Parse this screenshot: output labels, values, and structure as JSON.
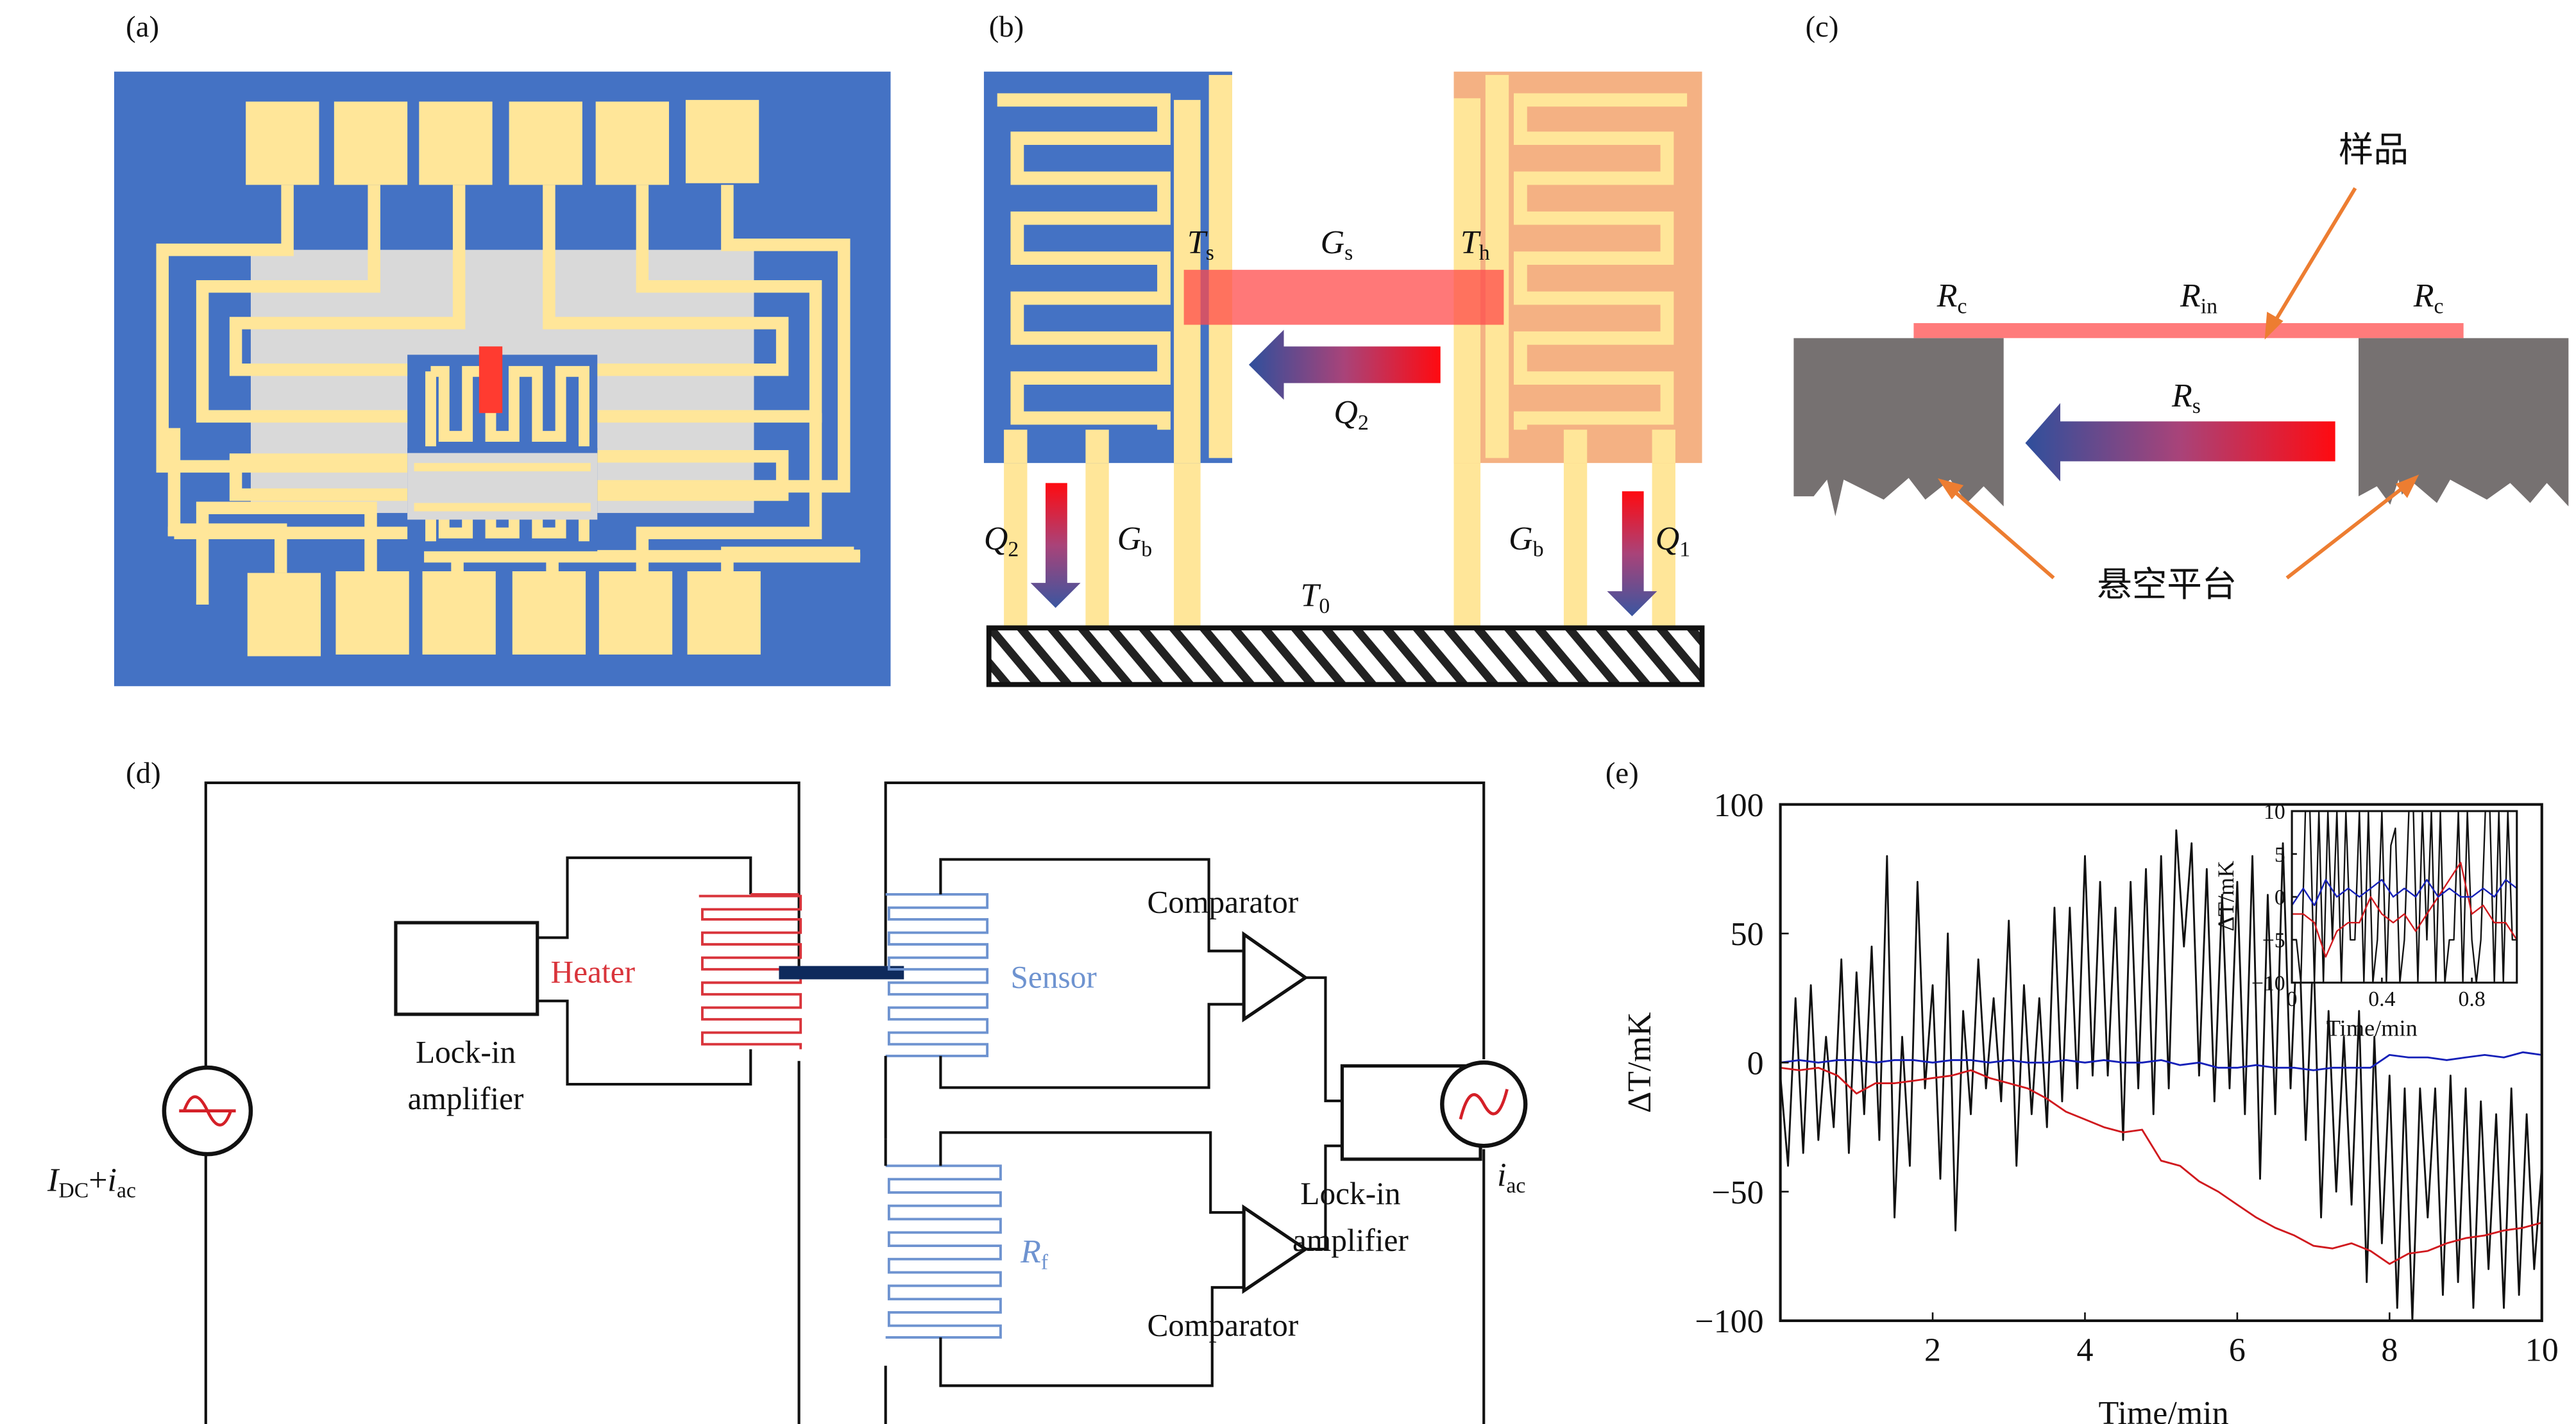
{
  "colors": {
    "substrate_blue": "#4472C4",
    "gold_trace": "#FFE699",
    "membrane_gray": "#D9D9D9",
    "sample_red": "#FF3B30",
    "heater_salmon": "#F4B183",
    "sample_bar_pink": "#FF7B7B",
    "platform_gray": "#767171",
    "arrow_orange": "#ED7D31",
    "heater_coil": "#D9343B",
    "sensor_coil": "#6E93D0",
    "thermal_link": "#0E2A5C",
    "series_black": "#111111",
    "series_red": "#D0191E",
    "series_blue": "#1520B8"
  },
  "panels": {
    "a": {
      "label": "(a)"
    },
    "b": {
      "label": "(b)",
      "Ts": {
        "main": "T",
        "sub": "s"
      },
      "Gs": {
        "main": "G",
        "sub": "s"
      },
      "Th": {
        "main": "T",
        "sub": "h"
      },
      "Q2_mid": {
        "main": "Q",
        "sub": "2"
      },
      "Q2_left": {
        "main": "Q",
        "sub": "2"
      },
      "Gb_left": {
        "main": "G",
        "sub": "b"
      },
      "Gb_right": {
        "main": "G",
        "sub": "b"
      },
      "Q1": {
        "main": "Q",
        "sub": "1"
      },
      "T0": {
        "main": "T",
        "sub": "0"
      }
    },
    "c": {
      "label": "(c)",
      "sample_label": "样品",
      "platform_label": "悬空平台",
      "Rc_left": {
        "main": "R",
        "sub": "c"
      },
      "Rin": {
        "main": "R",
        "sub": "in"
      },
      "Rc_right": {
        "main": "R",
        "sub": "c"
      },
      "Rs": {
        "main": "R",
        "sub": "s"
      }
    },
    "d": {
      "label": "(d)",
      "heater": "Heater",
      "sensor": "Sensor",
      "rf": {
        "main": "R",
        "sub": "f"
      },
      "lockin_left": [
        "Lock-in",
        "amplifier"
      ],
      "lockin_right": [
        "Lock-in",
        "amplifier"
      ],
      "comparator_top": "Comparator",
      "comparator_bottom": "Comparator",
      "source_left": {
        "I": "I",
        "Isub": "DC",
        "plus": "+",
        "i": "i",
        "isub": "ac"
      },
      "source_right": {
        "i": "i",
        "isub": "ac"
      }
    },
    "e": {
      "label": "(e)"
    }
  },
  "chart_data": [
    {
      "type": "line",
      "title": "",
      "xlabel": "Time/min",
      "ylabel": "ΔT/mK",
      "xlim": [
        0,
        10
      ],
      "ylim": [
        -100,
        100
      ],
      "xticks": [
        2,
        4,
        6,
        8,
        10
      ],
      "yticks": [
        100,
        50,
        0,
        -50,
        -100
      ],
      "ytick_labels": [
        "100",
        "50",
        "0",
        "−50",
        "−100"
      ],
      "grid": false,
      "series": [
        {
          "name": "black",
          "color": "#111111",
          "x_step": 0.1,
          "values": [
            -5,
            -40,
            25,
            -35,
            30,
            -30,
            10,
            -25,
            40,
            -35,
            35,
            -20,
            45,
            -30,
            80,
            -60,
            10,
            -40,
            70,
            -10,
            30,
            -45,
            50,
            -65,
            20,
            -20,
            40,
            -10,
            25,
            -15,
            55,
            -40,
            30,
            -20,
            25,
            -25,
            60,
            -15,
            60,
            -10,
            80,
            -5,
            70,
            -5,
            60,
            -30,
            70,
            -10,
            75,
            -20,
            80,
            -10,
            90,
            45,
            85,
            -5,
            75,
            -15,
            65,
            -10,
            70,
            -20,
            80,
            -45,
            65,
            -20,
            85,
            -10,
            60,
            -30,
            45,
            -60,
            20,
            -50,
            10,
            -55,
            20,
            -85,
            10,
            -70,
            -5,
            -95,
            -10,
            -100,
            -10,
            -60,
            -10,
            -90,
            -5,
            -85,
            -10,
            -95,
            -15,
            -80,
            -20,
            -95,
            -10,
            -90,
            -20,
            -80,
            -40
          ],
          "note": "noisy trace, approximate"
        },
        {
          "name": "red",
          "color": "#D0191E",
          "x_step": 0.25,
          "values": [
            -2,
            -3,
            -2,
            -5,
            -12,
            -8,
            -8,
            -7,
            -6,
            -5,
            -3,
            -6,
            -8,
            -10,
            -14,
            -19,
            -22,
            -25,
            -27,
            -26,
            -38,
            -40,
            -46,
            -50,
            -55,
            -60,
            -64,
            -67,
            -71,
            -72,
            -70,
            -73,
            -78,
            -74,
            -73,
            -70,
            -68,
            -67,
            -65,
            -64,
            -62
          ]
        },
        {
          "name": "blue",
          "color": "#1520B8",
          "x_step": 0.25,
          "values": [
            0,
            1,
            0,
            1,
            1,
            0,
            1,
            1,
            0,
            1,
            1,
            0,
            1,
            0,
            0,
            1,
            0,
            1,
            0,
            0,
            1,
            -1,
            0,
            -2,
            -2,
            -1,
            -2,
            -2,
            -3,
            -2,
            -2,
            -2,
            3,
            2,
            2,
            1,
            2,
            3,
            2,
            4,
            3
          ]
        }
      ]
    },
    {
      "type": "line",
      "title": "inset",
      "xlabel": "Time/min",
      "ylabel": "ΔT/mK",
      "xlim": [
        0,
        1
      ],
      "ylim": [
        -10,
        10
      ],
      "xticks": [
        0,
        0.4,
        0.8
      ],
      "xtick_labels": [
        "0",
        "0.4",
        "0.8"
      ],
      "yticks": [
        10,
        5,
        0,
        -5,
        -10
      ],
      "ytick_labels": [
        "10",
        "5",
        "0",
        "−5",
        "−10"
      ],
      "series": [
        {
          "name": "black",
          "color": "#111111",
          "x_step": 0.02,
          "values": [
            -5,
            -5,
            -10,
            10,
            10,
            -10,
            10,
            -10,
            10,
            -5,
            10,
            -10,
            10,
            -5,
            -5,
            10,
            -10,
            10,
            -10,
            -5,
            10,
            -10,
            6,
            8,
            -10,
            -5,
            10,
            10,
            -10,
            10,
            -5,
            10,
            -10,
            10,
            -10,
            -5,
            -5,
            10,
            -10,
            10,
            -5,
            -10,
            -5,
            10,
            10,
            -10,
            10,
            -10,
            10,
            -5,
            -5
          ]
        },
        {
          "name": "red",
          "color": "#D0191E",
          "x_step": 0.05,
          "values": [
            -2,
            -2,
            -3,
            -7,
            -4,
            -3,
            -3,
            0,
            -2,
            -3,
            -2,
            -4,
            -2,
            0,
            2,
            4,
            -2,
            -1,
            -3,
            -3,
            -5
          ]
        },
        {
          "name": "blue",
          "color": "#1520B8",
          "x_step": 0.05,
          "values": [
            -1,
            1,
            -1,
            2,
            0,
            1,
            0,
            1,
            2,
            0,
            1,
            0,
            2,
            0,
            1,
            0,
            0,
            1,
            0,
            2,
            1
          ]
        }
      ]
    }
  ]
}
